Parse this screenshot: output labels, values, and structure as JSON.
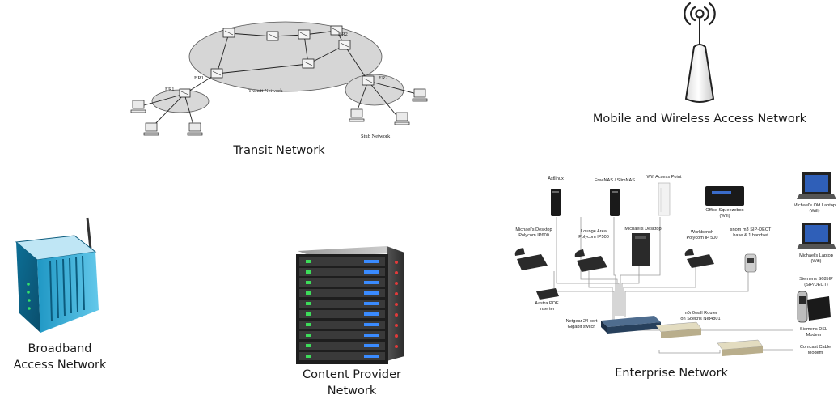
{
  "captions": {
    "transit": "Transit Network",
    "wireless": "Mobile and Wireless Access Network",
    "broadband_line1": "Broadband",
    "broadband_line2": "Access Network",
    "content_line1": "Content Provider",
    "content_line2": "Network",
    "enterprise": "Enterprise Network"
  },
  "transit_diagram": {
    "cloud_label": "Transit Network",
    "stub_label": "Stub Network",
    "br1": "BR1",
    "br2": "BR2",
    "er1": "ER1",
    "er2": "ER2"
  },
  "enterprise_devices": {
    "asterisk": "Astlinux",
    "nas": "FreeNAS / SlimNAS",
    "ap": "Wifi Access Point",
    "squeezebox": "Office Squeezebox\n(Wifi)",
    "old_laptop": "Michael's Old Laptop\n(Wifi)",
    "desk_phone": "Michael's Desktop\nPolycom IP600",
    "lounge_phone": "Lounge Area\nPolycom IP500",
    "desktop": "Michael's Desktop",
    "workbench": "Workbench\nPolycom IP 500",
    "dect": "snom m3 SIP-DECT\nbase & 1 handset",
    "laptop": "Michael's Laptop\n(Wifi)",
    "siemens_dect": "Siemens S685IP\n(SIP/DECT)",
    "poe": "Aastra POE\nInserter",
    "switch": "Netgear 24 port\nGigabit switch",
    "router": "m0n0wall Router\non Soekris Net4801",
    "dsl": "Siemens DSL\nModem",
    "cable": "Comcast Cable\nModem"
  }
}
